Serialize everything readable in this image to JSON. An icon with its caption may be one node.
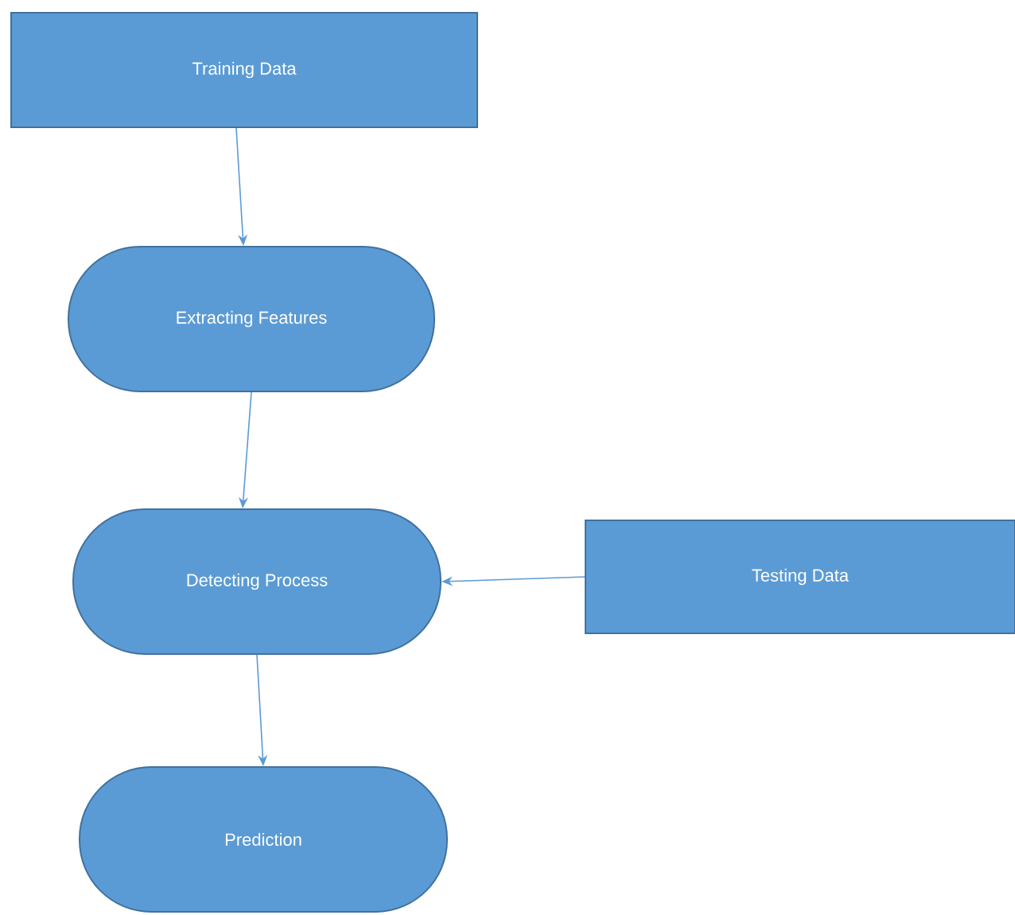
{
  "diagram": {
    "nodes": [
      {
        "text": [
          "Training Data"
        ]
      },
      {
        "text": [
          "Extracting Features"
        ]
      },
      {
        "text": [
          "Detecting Process"
        ]
      },
      {
        "text": [
          "Testing Data"
        ]
      },
      {
        "text": [
          "Prediction"
        ]
      }
    ],
    "edges": [
      {
        "from": 0,
        "to": 1,
        "arrow": "to"
      },
      {
        "from": 1,
        "to": 2,
        "arrow": "to"
      },
      {
        "from": 3,
        "to": 2,
        "arrow": "to"
      },
      {
        "from": 2,
        "to": 4,
        "arrow": "to"
      }
    ]
  }
}
